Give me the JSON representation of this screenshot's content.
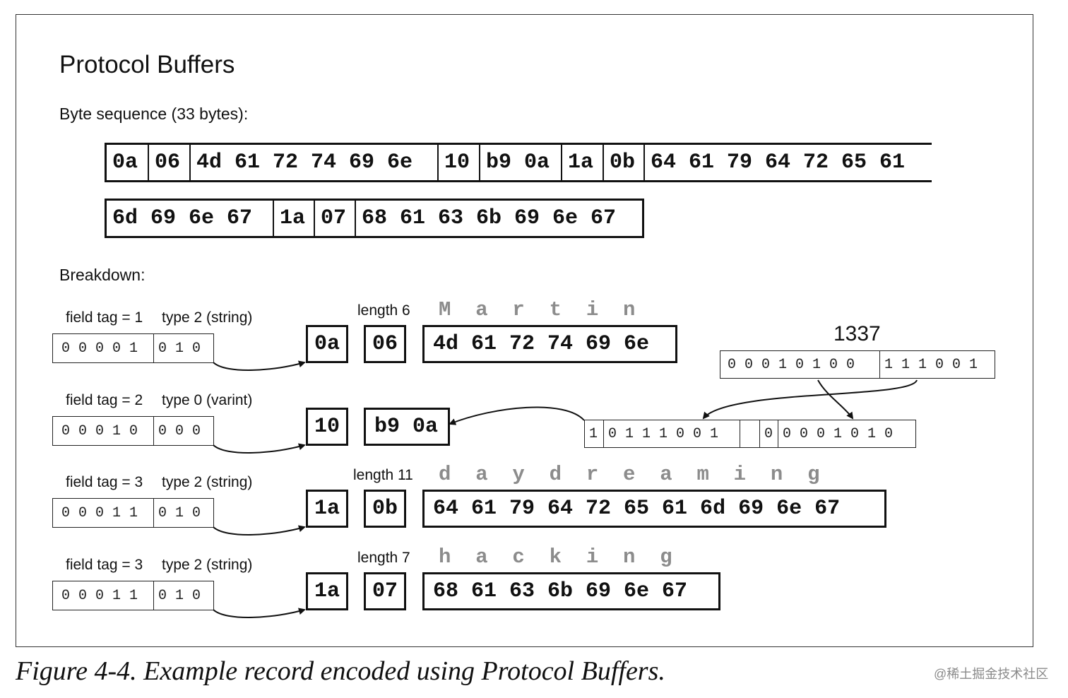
{
  "title": "Protocol Buffers",
  "byte_sequence_label": "Byte sequence (33 bytes):",
  "byte_rows": [
    [
      {
        "text": "0a"
      },
      {
        "text": "06"
      },
      {
        "text": "4d 61 72 74 69 6e"
      },
      {
        "text": "10"
      },
      {
        "text": "b9 0a"
      },
      {
        "text": "1a"
      },
      {
        "text": "0b"
      },
      {
        "text": "64 61 79 64 72 65 61"
      }
    ],
    [
      {
        "text": "6d 69 6e 67"
      },
      {
        "text": "1a"
      },
      {
        "text": "07"
      },
      {
        "text": "68 61 63 6b 69 6e 67"
      }
    ]
  ],
  "breakdown_label": "Breakdown:",
  "fields": [
    {
      "tag_label": "field tag = 1",
      "type_label": "type 2 (string)",
      "tag_bits": "0 0 0 0 1",
      "type_bits": "0 1 0",
      "tag_byte": "0a",
      "length_label": "length 6",
      "length_byte": "06",
      "letters": "M  a  r  t  i  n",
      "data_bytes": "4d 61 72 74 69 6e"
    },
    {
      "tag_label": "field tag = 2",
      "type_label": "type 0 (varint)",
      "tag_bits": "0 0 0 1 0",
      "type_bits": "0 0 0",
      "tag_byte": "10",
      "length_label": "",
      "length_byte": "b9 0a",
      "letters": "",
      "data_bytes": ""
    },
    {
      "tag_label": "field tag = 3",
      "type_label": "type 2 (string)",
      "tag_bits": "0 0 0 1 1",
      "type_bits": "0 1 0",
      "tag_byte": "1a",
      "length_label": "length 11",
      "length_byte": "0b",
      "letters": "d  a  y  d  r  e  a  m  i  n  g",
      "data_bytes": "64 61 79 64 72 65 61 6d 69 6e 67"
    },
    {
      "tag_label": "field tag = 3",
      "type_label": "type 2 (string)",
      "tag_bits": "0 0 0 1 1",
      "type_bits": "0 1 0",
      "tag_byte": "1a",
      "length_label": "length 7",
      "length_byte": "07",
      "letters": "h  a  c  k  i  n  g",
      "data_bytes": "68 61 63 6b 69 6e 67"
    }
  ],
  "varint": {
    "value": "1337",
    "binary_high": "0 0 0 1 0 1 0 0",
    "binary_low": "1 1 1 0 0 1",
    "byte1_flag": "1",
    "byte1_bits": "0 1 1 1 0 0 1",
    "byte2_flag": "0",
    "byte2_bits": "0 0 0 1 0 1 0"
  },
  "caption": "Figure 4-4. Example record encoded using Protocol Buffers.",
  "watermark": "@稀土掘金技术社区"
}
